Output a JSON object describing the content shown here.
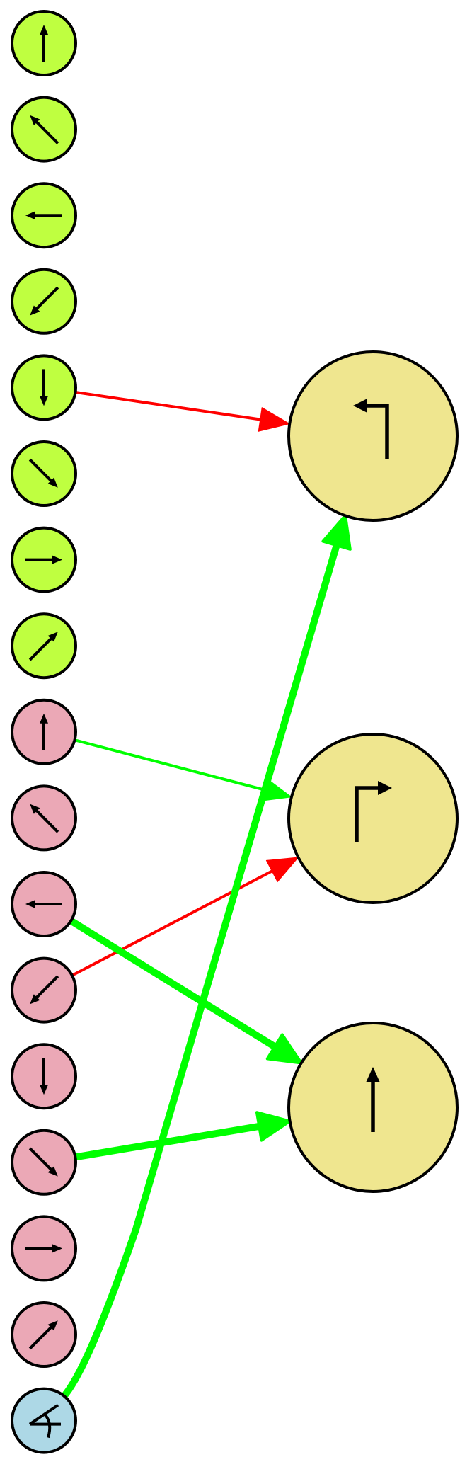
{
  "colors": {
    "input_green": "#bfff40",
    "input_pink": "#eba8b6",
    "input_blue": "#add8e6",
    "output_khaki": "#efe68f",
    "edge_green": "#00ff00",
    "edge_red": "#ff0000",
    "outline": "#000000"
  },
  "input_nodes": [
    {
      "group": "green",
      "icon": "arrow-up-icon"
    },
    {
      "group": "green",
      "icon": "arrow-up-left-icon"
    },
    {
      "group": "green",
      "icon": "arrow-left-icon"
    },
    {
      "group": "green",
      "icon": "arrow-down-left-icon"
    },
    {
      "group": "green",
      "icon": "arrow-down-icon"
    },
    {
      "group": "green",
      "icon": "arrow-down-right-icon"
    },
    {
      "group": "green",
      "icon": "arrow-right-icon"
    },
    {
      "group": "green",
      "icon": "arrow-up-right-icon"
    },
    {
      "group": "pink",
      "icon": "arrow-up-icon"
    },
    {
      "group": "pink",
      "icon": "arrow-up-left-icon"
    },
    {
      "group": "pink",
      "icon": "arrow-left-icon"
    },
    {
      "group": "pink",
      "icon": "arrow-down-left-icon"
    },
    {
      "group": "pink",
      "icon": "arrow-down-icon"
    },
    {
      "group": "pink",
      "icon": "arrow-down-right-icon"
    },
    {
      "group": "pink",
      "icon": "arrow-right-icon"
    },
    {
      "group": "pink",
      "icon": "arrow-up-right-icon"
    },
    {
      "group": "blue",
      "icon": "angle-icon"
    }
  ],
  "output_nodes": [
    {
      "icon": "turn-left-icon"
    },
    {
      "icon": "turn-right-icon"
    },
    {
      "icon": "arrow-up-icon"
    }
  ],
  "edges": [
    {
      "from": 4,
      "to": 0,
      "color": "red",
      "weight": "thin"
    },
    {
      "from": 8,
      "to": 1,
      "color": "green",
      "weight": "thin"
    },
    {
      "from": 11,
      "to": 1,
      "color": "red",
      "weight": "thin"
    },
    {
      "from": 10,
      "to": 2,
      "color": "green",
      "weight": "thick"
    },
    {
      "from": 13,
      "to": 2,
      "color": "green",
      "weight": "thick"
    },
    {
      "from": 16,
      "to": 0,
      "color": "green",
      "weight": "thick"
    }
  ]
}
